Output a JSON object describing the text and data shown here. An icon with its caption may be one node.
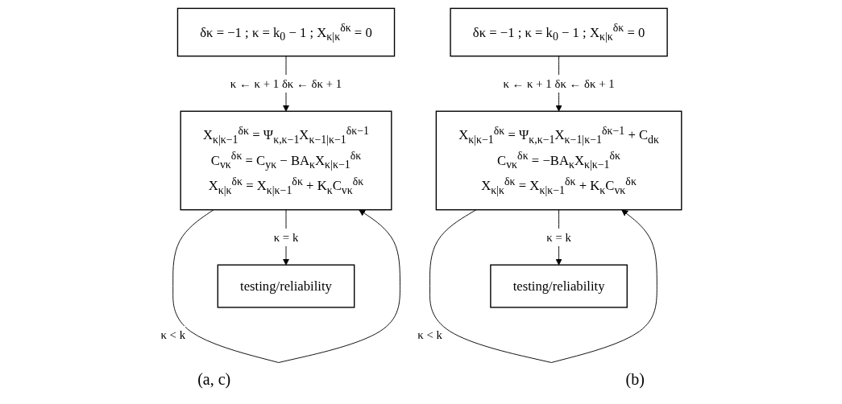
{
  "diagram": {
    "nodes": [
      {
        "text": [
          "δκ = −1 ; κ = k$_{0}$ − 1 ; X$_{κ|κ}$$^{δκ}$ = 0"
        ]
      },
      {
        "text": [
          "X$_{κ|κ−1}$$^{δκ}$ = Ψ$_{κ,κ−1}$X$_{κ−1|κ−1}$$^{δκ−1}$",
          "C$_{vκ}$$^{δκ}$ = C$_{yκ}$ − BA$_{κ}$X$_{κ|κ−1}$$^{δκ}$",
          "X$_{κ|κ}$$^{δκ}$ = X$_{κ|κ−1}$$^{δκ}$ + K$_{κ}$C$_{vκ}$$^{δκ}$"
        ]
      },
      {
        "text": [
          "testing/reliability"
        ]
      },
      {
        "text": [
          "δκ = −1 ; κ = k$_{0}$ − 1 ; X$_{κ|κ}$$^{δκ}$ = 0"
        ]
      },
      {
        "text": [
          "X$_{κ|κ−1}$$^{δκ}$ = Ψ$_{κ,κ−1}$X$_{κ−1|κ−1}$$^{δκ−1}$ + C$_{dκ}$",
          "C$_{vκ}$$^{δκ}$ = −BA$_{κ}$X$_{κ|κ−1}$$^{δκ}$",
          "X$_{κ|κ}$$^{δκ}$ = X$_{κ|κ−1}$$^{δκ}$ + K$_{κ}$C$_{vκ}$$^{δκ}$"
        ]
      },
      {
        "text": [
          "testing/reliability"
        ]
      }
    ],
    "edges": [
      {
        "from": 0,
        "to": 1,
        "arrow": "to",
        "label": "κ ← κ + 1 δκ ← δκ + 1"
      },
      {
        "from": 1,
        "to": 1,
        "arrow": "to",
        "label": "κ < k"
      },
      {
        "from": 1,
        "to": 2,
        "arrow": "to",
        "label": "κ = k"
      },
      {
        "from": 3,
        "to": 4,
        "arrow": "to",
        "label": "κ ← κ + 1 δκ ← δκ + 1"
      },
      {
        "from": 4,
        "to": 4,
        "arrow": "to",
        "label": "κ < k"
      },
      {
        "from": 4,
        "to": 5,
        "arrow": "to",
        "label": "κ = k"
      }
    ],
    "labels": [
      "(a, c)",
      "(b)"
    ]
  }
}
